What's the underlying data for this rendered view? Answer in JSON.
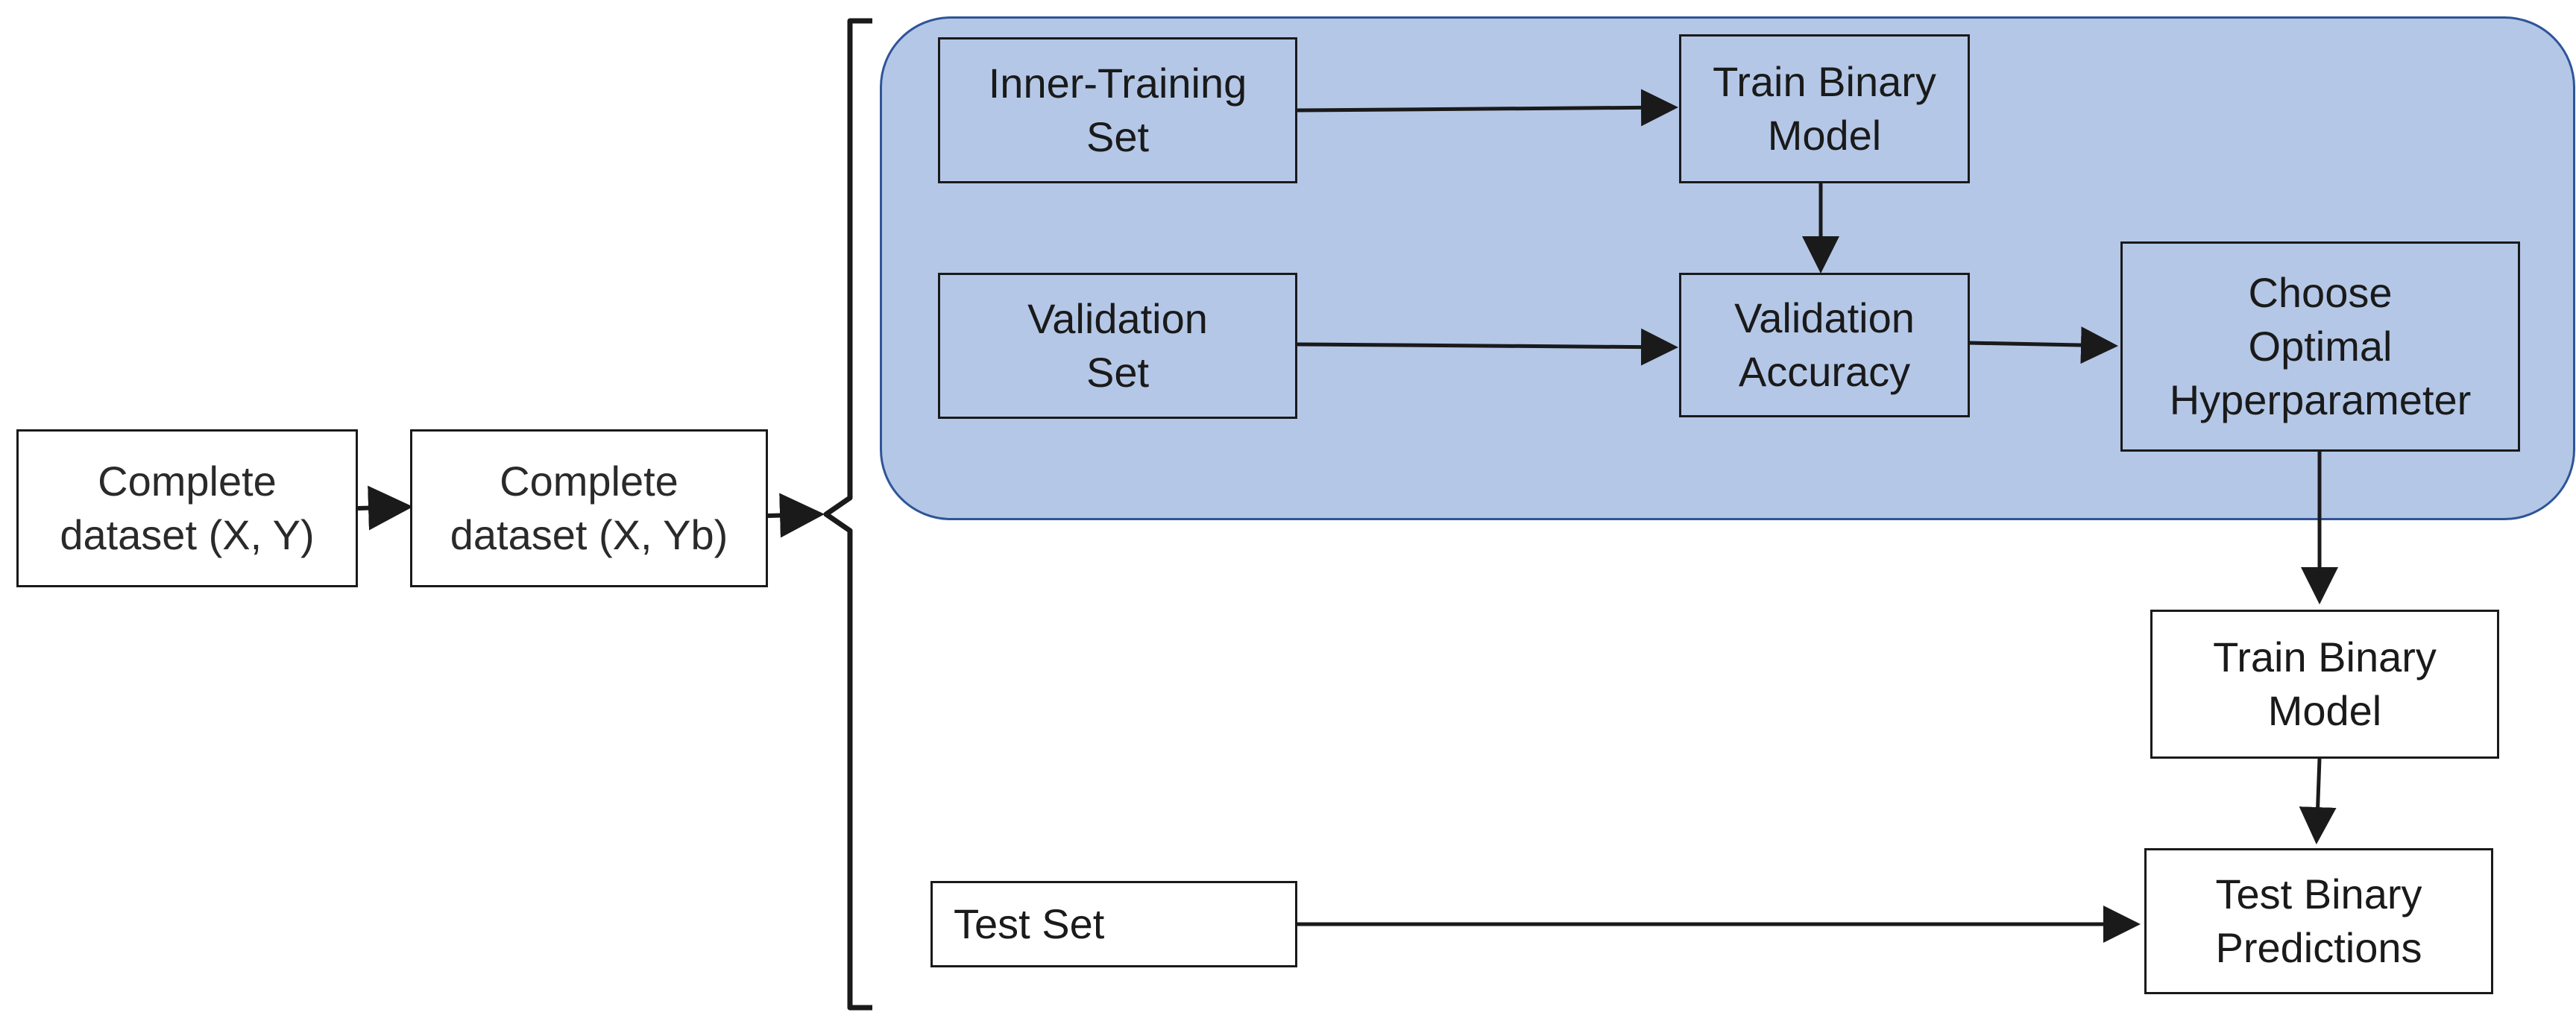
{
  "colors": {
    "panel_fill": "#b4c7e7",
    "panel_border": "#2f5597",
    "box_fill_inner": "#b4c7e7",
    "box_fill_outer": "#ffffff",
    "stroke": "#1a1a1a"
  },
  "nodes": {
    "complete_dataset_xy": "Complete\ndataset (X, Y)",
    "complete_dataset_xyb": "Complete\ndataset (X, Yb)",
    "inner_training_set": "Inner-Training\nSet",
    "train_binary_model_inner": "Train Binary\nModel",
    "validation_set": "Validation\nSet",
    "validation_accuracy": "Validation\nAccuracy",
    "choose_optimal_hyperparameter": "Choose\nOptimal\nHyperparameter",
    "train_binary_model_final": "Train Binary\nModel",
    "test_set": "Test Set",
    "test_binary_predictions": "Test Binary\nPredictions"
  }
}
